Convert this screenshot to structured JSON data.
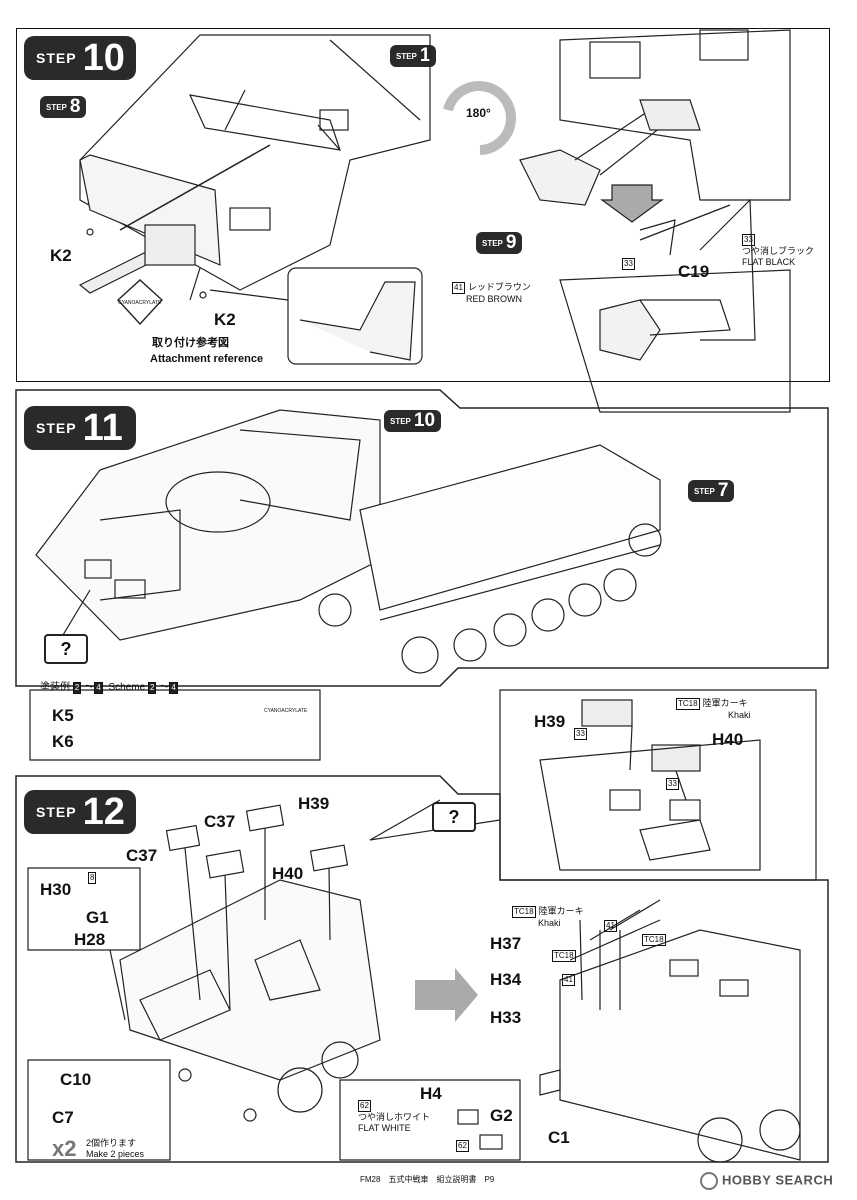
{
  "steps": {
    "s10": {
      "word": "STEP",
      "num": "10",
      "ref1": "1",
      "ref8": "8",
      "ref9": "9",
      "rot": "180°",
      "k2a": "K2",
      "k2b": "K2",
      "cyano": "CYANOACRYLATE",
      "attach_ja": "取り付け参考図",
      "attach_en": "Attachment reference",
      "c19": "C19",
      "c41": "41",
      "red_ja": "レッドブラウン",
      "red_en": "RED BROWN",
      "c33": "33",
      "flat_ja": "つや消しブラック",
      "flat_en": "FLAT BLACK",
      "c33b": "33"
    },
    "s11": {
      "word": "STEP",
      "num": "11",
      "ref10": "10",
      "ref7": "7",
      "scheme_ja": "塗装例",
      "scheme_a": "2",
      "scheme_b": "4",
      "scheme_en": "Scheme",
      "k5": "K5",
      "k6": "K6",
      "cyano": "CYANOACRYLATE",
      "h39": "H39",
      "h40": "H40",
      "c33a": "33",
      "c33b": "33",
      "tc18": "TC18",
      "khaki_ja": "陸軍カーキ",
      "khaki_en": "Khaki"
    },
    "s12": {
      "word": "STEP",
      "num": "12",
      "c37a": "C37",
      "c37b": "C37",
      "h39": "H39",
      "h40": "H40",
      "h30": "H30",
      "c8": "8",
      "g1": "G1",
      "h28": "H28",
      "c10": "C10",
      "c7": "C7",
      "x2": "x2",
      "make_ja": "2個作ります",
      "make_en": "Make 2 pieces",
      "tc18a": "TC18",
      "khaki_ja": "陸軍カーキ",
      "khaki_en": "Khaki",
      "h37": "H37",
      "h34": "H34",
      "h33": "H33",
      "c41a": "41",
      "c41b": "41",
      "tc18b": "TC18",
      "tc18c": "TC18",
      "h4": "H4",
      "g2": "G2",
      "c1": "C1",
      "c62a": "62",
      "c62b": "62",
      "white_ja": "つや消しホワイト",
      "white_en": "FLAT WHITE"
    }
  },
  "footer": "FM28　五式中戦車　組立説明書　P9",
  "watermark": "HOBBY SEARCH"
}
